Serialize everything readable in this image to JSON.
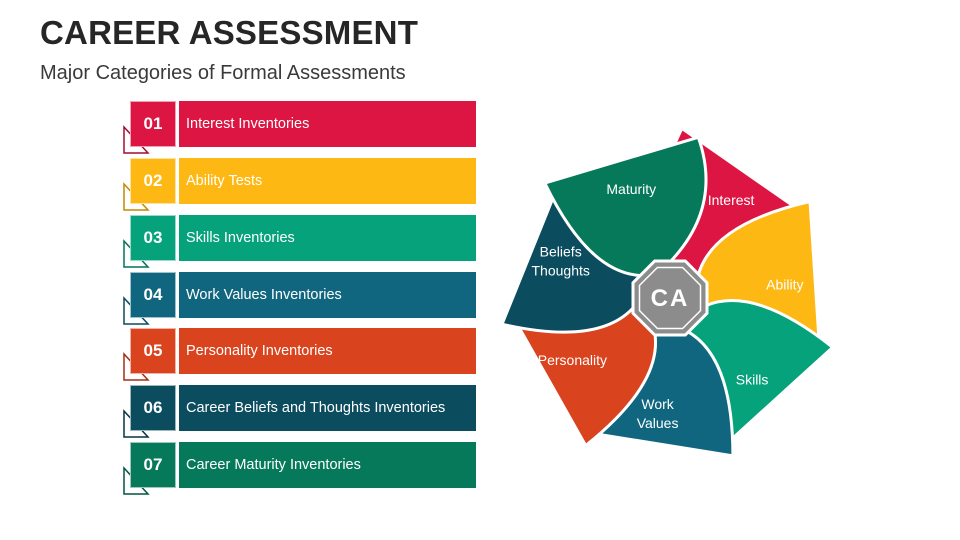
{
  "header": {
    "title": "CAREER ASSESSMENT",
    "subtitle": "Major Categories of Formal Assessments"
  },
  "list": [
    {
      "number": "01",
      "label": "Interest Inventories",
      "color": "#DC1543",
      "fold_color": "#A10F32"
    },
    {
      "number": "02",
      "label": "Ability Tests",
      "color": "#FDB813",
      "fold_color": "#C38A05"
    },
    {
      "number": "03",
      "label": "Skills Inventories",
      "color": "#06A27B",
      "fold_color": "#047258"
    },
    {
      "number": "04",
      "label": "Work Values Inventories",
      "color": "#10667F",
      "fold_color": "#0B4A5D"
    },
    {
      "number": "05",
      "label": "Personality Inventories",
      "color": "#D9431E",
      "fold_color": "#A03015"
    },
    {
      "number": "06",
      "label": "Career Beliefs and Thoughts Inventories",
      "color": "#0B4C5F",
      "fold_color": "#073442"
    },
    {
      "number": "07",
      "label": "Career Maturity Inventories",
      "color": "#05795A",
      "fold_color": "#035440"
    }
  ],
  "wheel": {
    "center_label": "CA",
    "center_color": "#8C8C8C",
    "petals": [
      {
        "label": "Interest",
        "color": "#DC1543"
      },
      {
        "label": "Ability",
        "color": "#FDB813"
      },
      {
        "label": "Skills",
        "color": "#06A27B"
      },
      {
        "label": "Work",
        "label2": "Values",
        "color": "#10667F"
      },
      {
        "label": "Personality",
        "color": "#D9431E"
      },
      {
        "label": "Beliefs",
        "label2": "Thoughts",
        "color": "#0B4C5F"
      },
      {
        "label": "Maturity",
        "color": "#05795A"
      }
    ]
  }
}
